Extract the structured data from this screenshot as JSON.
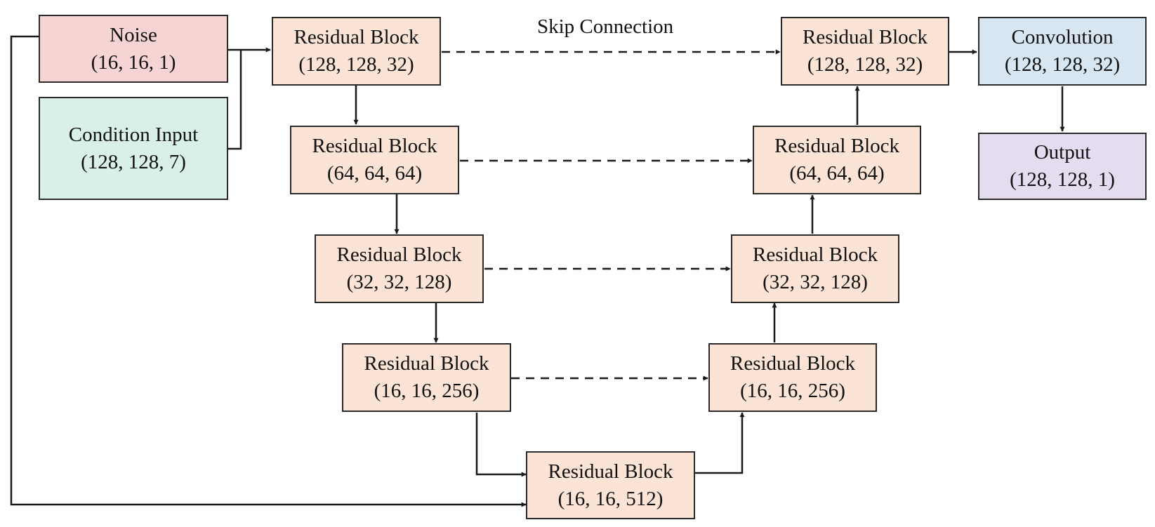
{
  "skip_label": "Skip Connection",
  "colors": {
    "noise": "#f5d4d3",
    "condition": "#d8f0e5",
    "residual": "#fbe3d5",
    "convolution": "#d8e6f1",
    "output": "#e6dcf0",
    "stroke": "#1a1a1a"
  },
  "nodes": {
    "noise": {
      "title": "Noise",
      "shape": "(16, 16, 1)"
    },
    "condition": {
      "title": "Condition Input",
      "shape": "(128, 128, 7)"
    },
    "enc1": {
      "title": "Residual Block",
      "shape": "(128, 128, 32)"
    },
    "enc2": {
      "title": "Residual Block",
      "shape": "(64, 64, 64)"
    },
    "enc3": {
      "title": "Residual Block",
      "shape": "(32, 32, 128)"
    },
    "enc4": {
      "title": "Residual Block",
      "shape": "(16, 16, 256)"
    },
    "bottleneck": {
      "title": "Residual Block",
      "shape": "(16, 16, 512)"
    },
    "dec4": {
      "title": "Residual Block",
      "shape": "(16, 16, 256)"
    },
    "dec3": {
      "title": "Residual Block",
      "shape": "(32, 32, 128)"
    },
    "dec2": {
      "title": "Residual Block",
      "shape": "(64, 64, 64)"
    },
    "dec1": {
      "title": "Residual Block",
      "shape": "(128, 128, 32)"
    },
    "conv": {
      "title": "Convolution",
      "shape": "(128, 128, 32)"
    },
    "output": {
      "title": "Output",
      "shape": "(128, 128, 1)"
    }
  }
}
